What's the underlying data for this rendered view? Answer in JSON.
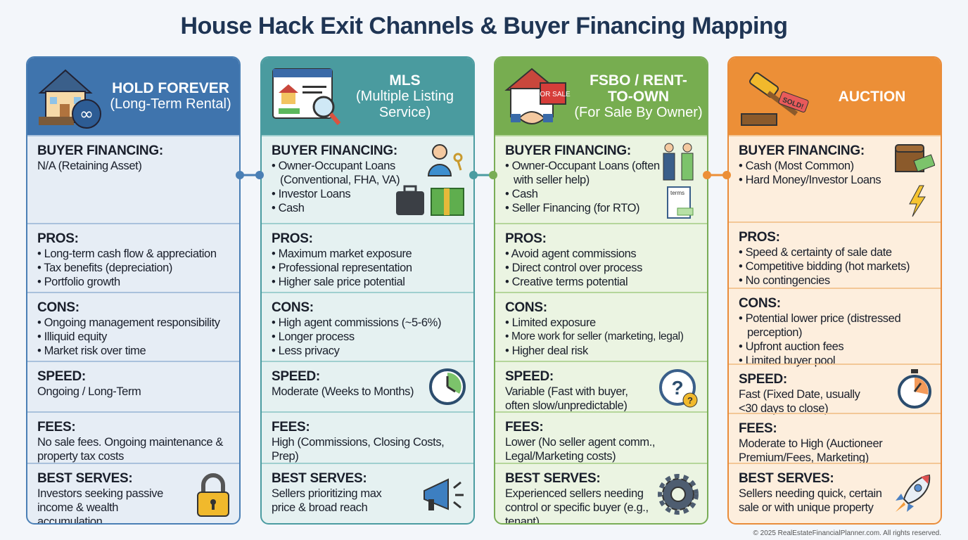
{
  "title": "House Hack Exit Channels & Buyer Financing Mapping",
  "labels": {
    "financing": "BUYER FINANCING:",
    "pros": "PROS:",
    "cons": "CONS:",
    "speed": "SPEED:",
    "fees": "FEES:",
    "best": "BEST SERVES:"
  },
  "columns": [
    {
      "title": "HOLD FOREVER",
      "subtitle": "(Long-Term Rental)",
      "financing_text": "N/A (Retaining Asset)",
      "pros": [
        "Long-term cash flow & appreciation",
        "Tax benefits (depreciation)",
        "Portfolio growth"
      ],
      "cons": [
        "Ongoing management responsibility",
        "Illiquid equity",
        "Market risk over time"
      ],
      "speed": "Ongoing / Long-Term",
      "fees": "No sale fees. Ongoing maintenance & property tax costs",
      "best": "Investors seeking passive income & wealth accumulation"
    },
    {
      "title": "MLS",
      "subtitle": "(Multiple Listing Service)",
      "financing": [
        "Owner-Occupant Loans (Conventional, FHA, VA)",
        "Investor Loans",
        "Cash"
      ],
      "pros": [
        "Maximum market exposure",
        "Professional representation",
        "Higher sale price potential"
      ],
      "cons": [
        "High agent commissions (~5-6%)",
        "Longer process",
        "Less privacy"
      ],
      "speed": "Moderate (Weeks to Months)",
      "fees": "High (Commissions, Closing Costs, Prep)",
      "best": "Sellers prioritizing max price & broad reach"
    },
    {
      "title": "FSBO / RENT-TO-OWN",
      "subtitle": "(For Sale By Owner)",
      "financing": [
        "Owner-Occupant Loans (often with seller help)",
        "Cash",
        "Seller Financing (for RTO)"
      ],
      "pros": [
        "Avoid agent commissions",
        "Direct control over process",
        "Creative terms potential"
      ],
      "cons": [
        "Limited exposure",
        "More work for seller (marketing, legal)",
        "Higher deal risk"
      ],
      "speed": "Variable (Fast with buyer, often slow/unpredictable)",
      "fees": "Lower (No seller agent comm., Legal/Marketing costs)",
      "best": "Experienced sellers needing control or specific buyer (e.g., tenant)",
      "sign_text": "FOR SALE",
      "doc_text": "terms"
    },
    {
      "title": "AUCTION",
      "financing": [
        "Cash (Most Common)",
        "Hard Money/Investor Loans"
      ],
      "pros": [
        "Speed & certainty of sale date",
        "Competitive bidding (hot markets)",
        "No contingencies"
      ],
      "cons": [
        "Potential lower price (distressed perception)",
        "Upfront auction fees",
        "Limited buyer pool"
      ],
      "speed": "Fast (Fixed Date, usually <30 days to close)",
      "fees": "Moderate to High (Auctioneer Premium/Fees, Marketing)",
      "best": "Sellers needing quick, certain sale or with unique property",
      "tag_text": "SOLD!"
    }
  ],
  "footer": "© 2025 RealEstateFinancialPlanner.com. All rights reserved."
}
